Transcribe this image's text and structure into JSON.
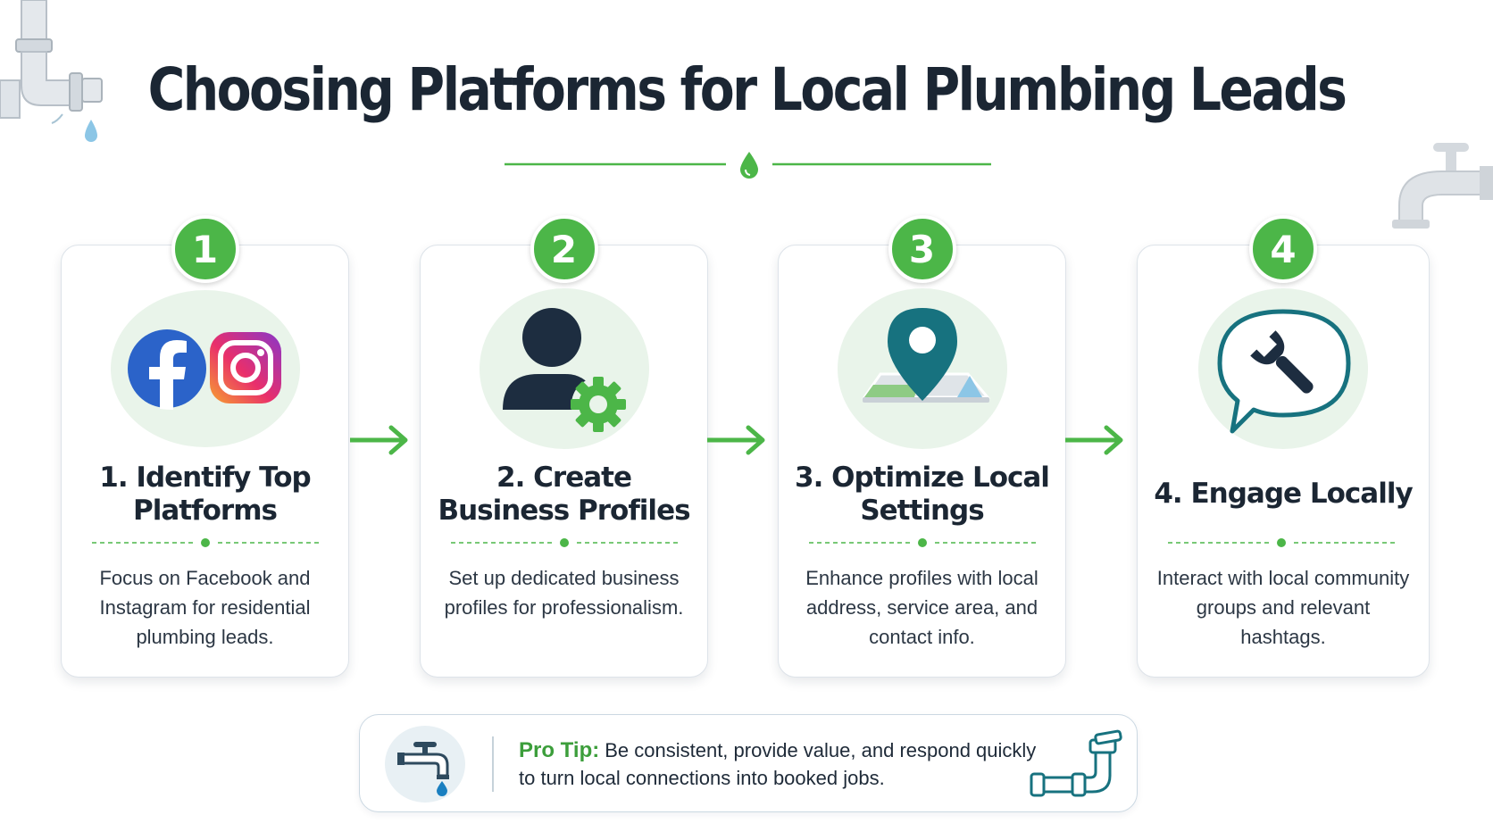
{
  "title": "Choosing Platforms for Local Plumbing Leads",
  "colors": {
    "accent_green": "#4cb648",
    "navy": "#1b2633",
    "teal": "#17727f",
    "icon_bg": "#e9f4ea"
  },
  "steps": [
    {
      "number": "1",
      "title": "1. Identify Top Platforms",
      "description": "Focus on Facebook and Instagram for residential plumbing leads.",
      "icon": "facebook-instagram-icons"
    },
    {
      "number": "2",
      "title": "2. Create Business Profiles",
      "description": "Set up dedicated business profiles for professionalism.",
      "icon": "user-gear-icon"
    },
    {
      "number": "3",
      "title": "3. Optimize Local Settings",
      "description": "Enhance profiles with local address, service area, and contact info.",
      "icon": "map-pin-icon"
    },
    {
      "number": "4",
      "title": "4. Engage Locally",
      "description": "Interact with local community groups and relevant hashtags.",
      "icon": "wrench-chat-icon"
    }
  ],
  "tip": {
    "label": "Pro Tip:",
    "text": "Be consistent, provide value, and respond quickly to turn local connections into booked jobs.",
    "icon": "faucet-icon"
  }
}
